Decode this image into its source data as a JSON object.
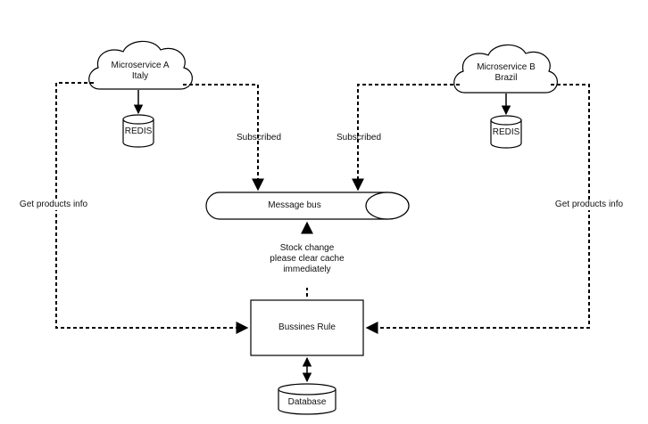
{
  "nodes": {
    "microservice_a": {
      "line1": "Microservice A",
      "line2": "Italy"
    },
    "microservice_b": {
      "line1": "Microservice B",
      "line2": "Brazil"
    },
    "redis_a": "REDIS",
    "redis_b": "REDIS",
    "message_bus": "Message bus",
    "business_rule": "Bussines Rule",
    "database": "Database"
  },
  "edges": {
    "subscribed_left": "Subscribed",
    "subscribed_right": "Subscribed",
    "get_products_left": "Get products info",
    "get_products_right": "Get products info",
    "stock_change": {
      "line1": "Stock change",
      "line2": "please clear cache",
      "line3": "immediately"
    }
  }
}
